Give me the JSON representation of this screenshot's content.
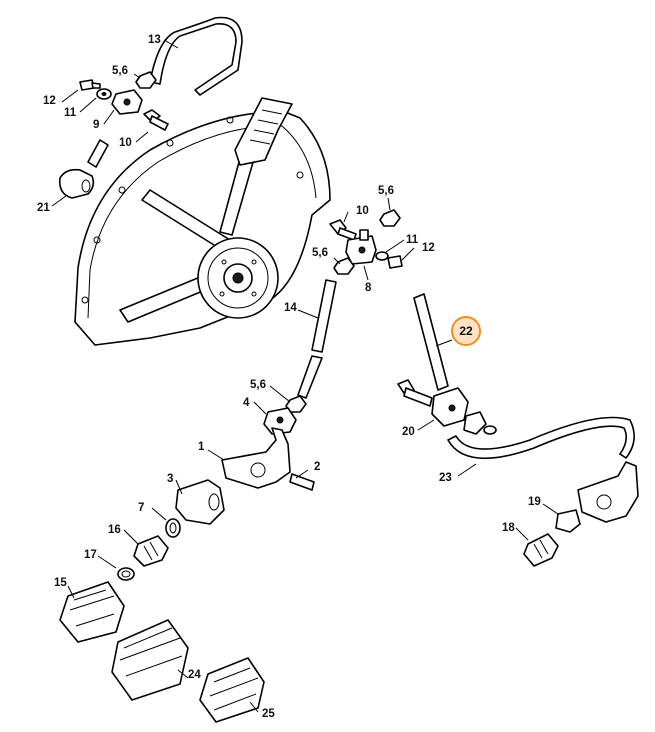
{
  "diagram": {
    "highlight_color": "#f28c28",
    "highlighted_label": "22",
    "labels": [
      "1",
      "2",
      "3",
      "4",
      "5,6",
      "5,6",
      "5,6",
      "5,6",
      "7",
      "8",
      "9",
      "10",
      "10",
      "11",
      "11",
      "12",
      "12",
      "13",
      "14",
      "15",
      "16",
      "17",
      "18",
      "19",
      "20",
      "21",
      "22",
      "23",
      "24",
      "25"
    ]
  }
}
